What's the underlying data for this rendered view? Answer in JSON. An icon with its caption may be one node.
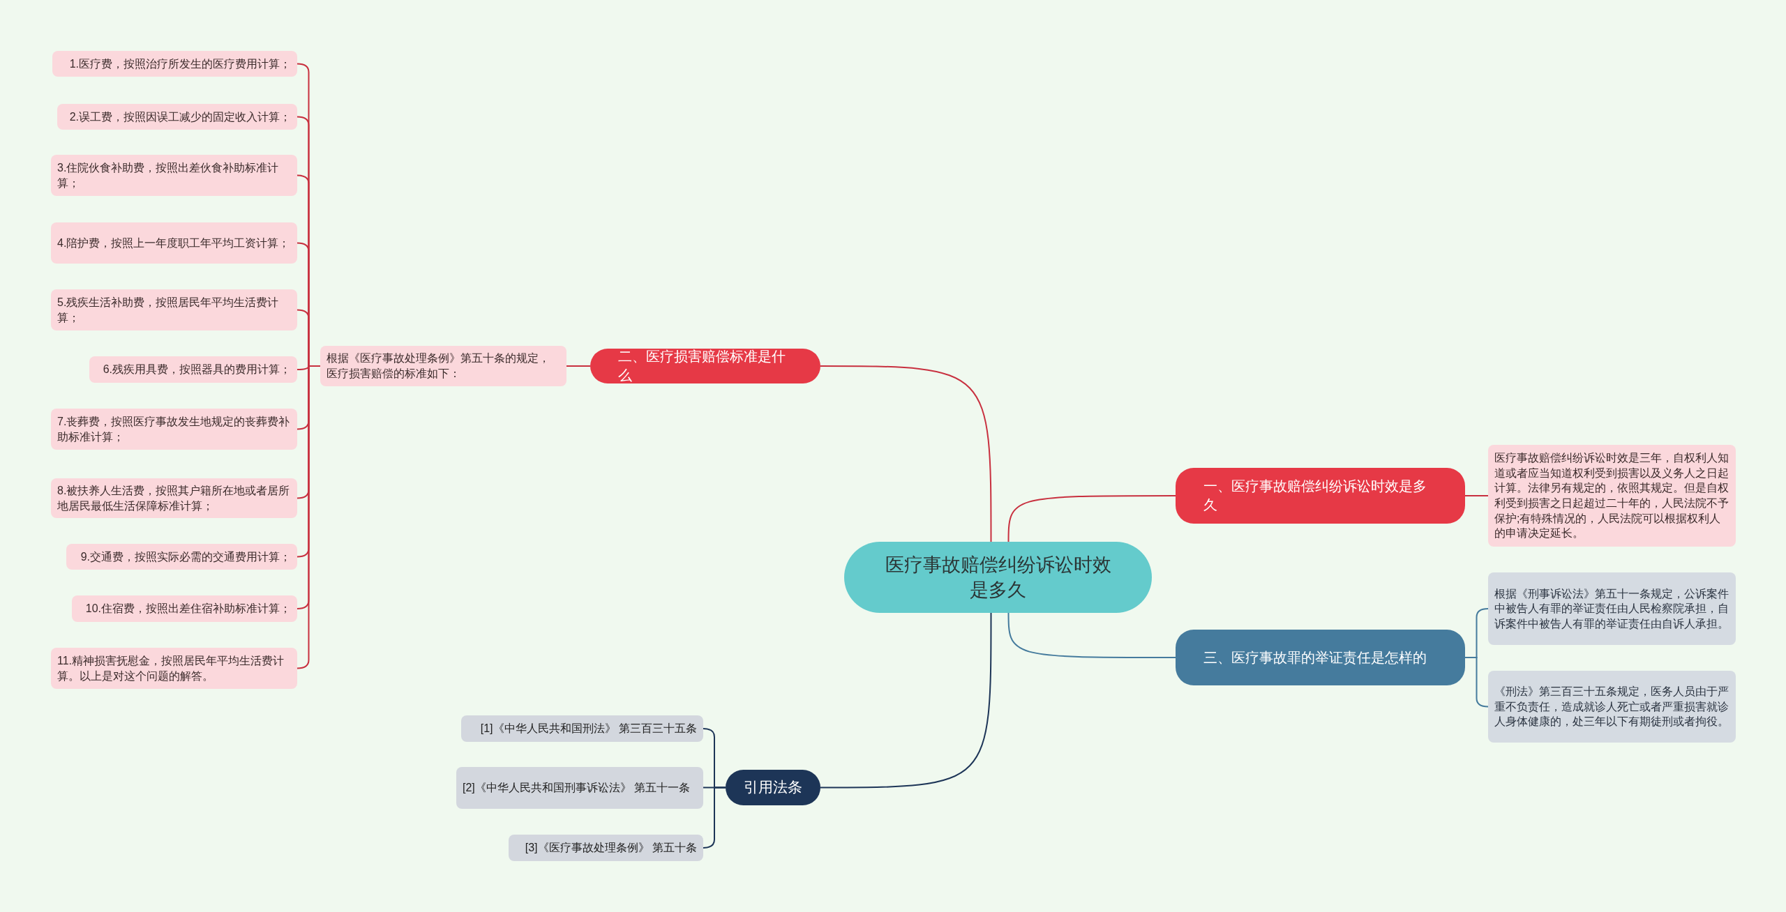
{
  "diagram": {
    "nodes": [
      {
        "text": [
          "医疗事故赔偿纠纷诉讼时效是多久"
        ]
      },
      {
        "text": [
          "二、医疗损害赔偿标准是什么"
        ]
      },
      {
        "text": [
          "根据《医疗事故处理条例》第五十条的规定，医疗损害赔偿的标准如下："
        ]
      },
      {
        "text": [
          "1.医疗费，按照治疗所发生的医疗费用计算；"
        ]
      },
      {
        "text": [
          "2.误工费，按照因误工减少的固定收入计算；"
        ]
      },
      {
        "text": [
          "3.住院伙食补助费，按照出差伙食补助标准计算；"
        ]
      },
      {
        "text": [
          "4.陪护费，按照上一年度职工年平均工资计算；"
        ]
      },
      {
        "text": [
          "5.残疾生活补助费，按照居民年平均生活费计算；"
        ]
      },
      {
        "text": [
          "6.残疾用具费，按照器具的费用计算；"
        ]
      },
      {
        "text": [
          "7.丧葬费，按照医疗事故发生地规定的丧葬费补助标准计算；"
        ]
      },
      {
        "text": [
          "8.被扶养人生活费，按照其户籍所在地或者居所地居民最低生活保障标准计算；"
        ]
      },
      {
        "text": [
          "9.交通费，按照实际必需的交通费用计算；"
        ]
      },
      {
        "text": [
          "10.住宿费，按照出差住宿补助标准计算；"
        ]
      },
      {
        "text": [
          "11.精神损害抚慰金，按照居民年平均生活费计算。以上是对这个问题的解答。"
        ]
      },
      {
        "text": [
          "一、医疗事故赔偿纠纷诉讼时效是多久"
        ]
      },
      {
        "text": [
          "医疗事故赔偿纠纷诉讼时效是三年，自权利人知道或者应当知道权利受到损害以及义务人之日起计算。法律另有规定的，依照其规定。但是自权利受到损害之日起超过二十年的，人民法院不予保护;有特殊情况的，人民法院可以根据权利人的申请决定延长。"
        ]
      },
      {
        "text": [
          "三、医疗事故罪的举证责任是怎样的"
        ]
      },
      {
        "text": [
          "根据《刑事诉讼法》第五十一条规定，公诉案件中被告人有罪的举证责任由人民检察院承担，自诉案件中被告人有罪的举证责任由自诉人承担。"
        ]
      },
      {
        "text": [
          "《刑法》第三百三十五条规定，医务人员由于严重不负责任，造成就诊人死亡或者严重损害就诊人身体健康的，处三年以下有期徒刑或者拘役。"
        ]
      },
      {
        "text": [
          "引用法条"
        ]
      },
      {
        "text": [
          "[1]《中华人民共和国刑法》 第三百三十五条"
        ]
      },
      {
        "text": [
          "[2]《中华人民共和国刑事诉讼法》 第五十一条"
        ]
      },
      {
        "text": [
          "[3]《医疗事故处理条例》 第五十条"
        ]
      }
    ],
    "edges": [
      {
        "from": 0,
        "to": 1,
        "arrow": "none"
      },
      {
        "from": 1,
        "to": 2,
        "arrow": "none"
      },
      {
        "from": 2,
        "to": 3,
        "arrow": "none"
      },
      {
        "from": 2,
        "to": 4,
        "arrow": "none"
      },
      {
        "from": 2,
        "to": 5,
        "arrow": "none"
      },
      {
        "from": 2,
        "to": 6,
        "arrow": "none"
      },
      {
        "from": 2,
        "to": 7,
        "arrow": "none"
      },
      {
        "from": 2,
        "to": 8,
        "arrow": "none"
      },
      {
        "from": 2,
        "to": 9,
        "arrow": "none"
      },
      {
        "from": 2,
        "to": 10,
        "arrow": "none"
      },
      {
        "from": 2,
        "to": 11,
        "arrow": "none"
      },
      {
        "from": 2,
        "to": 12,
        "arrow": "none"
      },
      {
        "from": 2,
        "to": 13,
        "arrow": "none"
      },
      {
        "from": 0,
        "to": 14,
        "arrow": "none"
      },
      {
        "from": 14,
        "to": 15,
        "arrow": "none"
      },
      {
        "from": 0,
        "to": 16,
        "arrow": "none",
        "color": "#457b9d"
      },
      {
        "from": 16,
        "to": 17,
        "arrow": "none",
        "color": "#457b9d"
      },
      {
        "from": 16,
        "to": 18,
        "arrow": "none",
        "color": "#457b9d"
      },
      {
        "from": 0,
        "to": 19,
        "arrow": "none",
        "color": "#1d3557"
      },
      {
        "from": 19,
        "to": 20,
        "arrow": "none",
        "color": "#1d3557"
      },
      {
        "from": 19,
        "to": 21,
        "arrow": "none",
        "color": "#1d3557"
      },
      {
        "from": 19,
        "to": 22,
        "arrow": "none",
        "color": "#1d3557"
      }
    ]
  }
}
